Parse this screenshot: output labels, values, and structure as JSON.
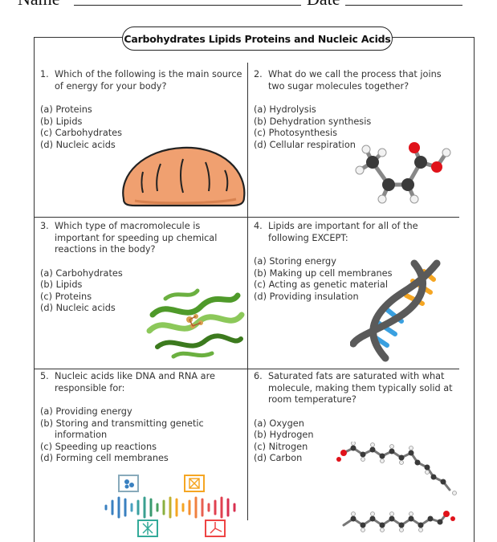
{
  "header": {
    "name_label": "Name",
    "date_label": "Date"
  },
  "title": "Carbohydrates Lipids Proteins and Nucleic Acids",
  "questions": [
    {
      "number": "1.",
      "stem": "Which of the following is the main source of energy for your body?",
      "options": [
        "(a) Proteins",
        "(b) Lipids",
        "(c) Carbohydrates",
        "(d) Nucleic acids"
      ],
      "image": "bread-loaf"
    },
    {
      "number": "2.",
      "stem": "What do we call the process that joins two sugar molecules together?",
      "options": [
        "(a) Hydrolysis",
        "(b) Dehydration synthesis",
        "(c) Photosynthesis",
        "(d) Cellular respiration"
      ],
      "image": "molecule-ball-and-stick"
    },
    {
      "number": "3.",
      "stem": "Which type of macromolecule is important for speeding up chemical reactions in the body?",
      "options": [
        "(a) Carbohydrates",
        "(b) Lipids",
        "(c) Proteins",
        "(d) Nucleic acids"
      ],
      "image": "protein-ribbon-structure"
    },
    {
      "number": "4.",
      "stem": "Lipids are important for all of the following EXCEPT:",
      "options": [
        "(a) Storing energy",
        "(b) Making up cell membranes",
        "(c) Acting as genetic material",
        "(d) Providing insulation"
      ],
      "image": "dna-double-helix"
    },
    {
      "number": "5.",
      "stem": "Nucleic acids like DNA and RNA are responsible for:",
      "options": [
        "(a) Providing energy",
        "(b) Storing and transmitting genetic",
        "information",
        "(c) Speeding up reactions",
        "(d) Forming cell membranes"
      ],
      "image": "dna-strand-infographic"
    },
    {
      "number": "6.",
      "stem": "Saturated fats are saturated with what molecule, making them typically solid at room temperature?",
      "options": [
        "(a) Oxygen",
        "(b) Hydrogen",
        "(c) Nitrogen",
        "(d) Carbon"
      ],
      "image": "fatty-acid-chains"
    }
  ],
  "colors": {
    "bread": "#f0a070",
    "bread_outline": "#222222",
    "oxygen": "#e0121a",
    "carbon": "#3a3a3a",
    "hydrogen": "#f2f2f2",
    "protein_green": "#4f9a2a",
    "dna_orange": "#f5a623",
    "dna_blue": "#3aa0e0",
    "dna_gray": "#5a5a5a"
  }
}
